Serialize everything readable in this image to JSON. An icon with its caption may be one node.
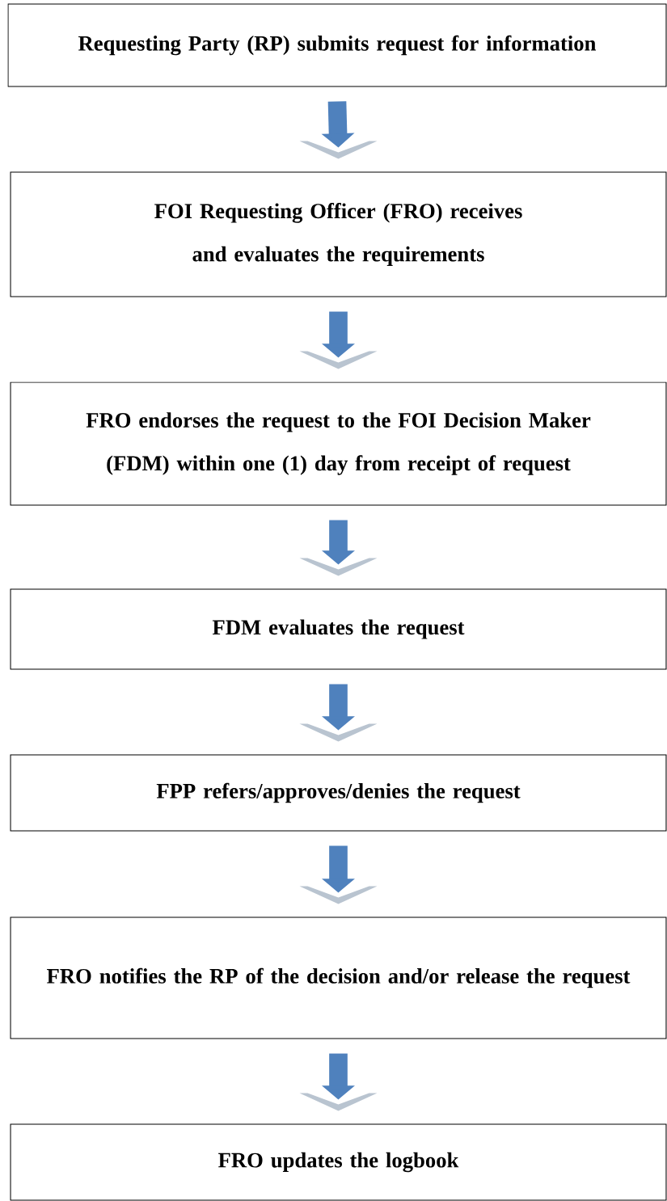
{
  "diagram": {
    "nodes": [
      {
        "text": [
          "Requesting Party (RP) submits request for information"
        ]
      },
      {
        "text": [
          "FOI Requesting Officer (FRO) receives and evaluates the requirements"
        ]
      },
      {
        "text": [
          "FRO endorses the request to the FOI Decision Maker (FDM) within one (1) day from receipt of request"
        ]
      },
      {
        "text": [
          "FDM evaluates the request"
        ]
      },
      {
        "text": [
          "FPP refers/approves/denies the request"
        ]
      },
      {
        "text": [
          "FRO notifies the RP of the decision and/or release the request"
        ]
      },
      {
        "text": [
          "FRO updates the logbook"
        ]
      }
    ],
    "edges": [
      {
        "from": 0,
        "to": 1,
        "arrow": "to"
      },
      {
        "from": 1,
        "to": 2,
        "arrow": "to"
      },
      {
        "from": 2,
        "to": 3,
        "arrow": "to"
      },
      {
        "from": 3,
        "to": 4,
        "arrow": "to"
      },
      {
        "from": 4,
        "to": 5,
        "arrow": "to"
      },
      {
        "from": 5,
        "to": 6,
        "arrow": "to"
      }
    ]
  }
}
